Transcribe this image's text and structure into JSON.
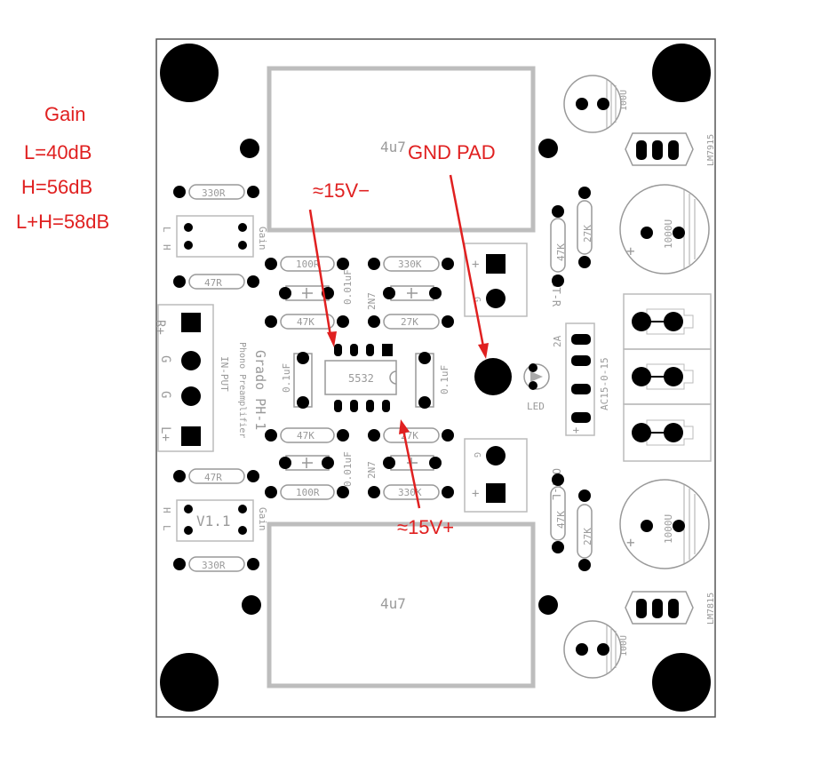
{
  "annotations": {
    "gain_title": "Gain",
    "gain_l": "L=40dB",
    "gain_h": "H=56dB",
    "gain_lh": "L+H=58dB",
    "neg_rail": "≈15V−",
    "gnd_pad": "GND PAD",
    "pos_rail": "≈15V+"
  },
  "board": {
    "film_cap_top": "4u7",
    "film_cap_bottom": "4u7",
    "opamp": "5532",
    "reg_top": "LM7915",
    "reg_bottom": "LM7815",
    "cap_small_top": "100U",
    "cap_small_bottom": "100U",
    "cap_big_top": "1000U",
    "cap_big_bottom": "1000U",
    "res_330r_top": "330R",
    "res_330r_bottom": "330R",
    "res_47r_top": "47R",
    "res_47r_bottom": "47R",
    "res_100r_top": "100R",
    "res_100r_bottom": "100R",
    "res_330k_top": "330K",
    "res_330k_bottom": "330K",
    "res_47k_top": "47K",
    "res_47k_bottom": "47K",
    "res_27k_top": "27K",
    "res_27k_bottom": "27K",
    "res_47k_r1": "47K",
    "res_27k_r1": "27K",
    "res_47k_r2": "47K",
    "res_27k_r2": "27K",
    "cap_2n7_top": "2N7",
    "cap_2n7_bottom": "2N7",
    "cap_001_top": "0.01uF",
    "cap_001_bottom": "0.01uF",
    "cap_01_left": "0.1uF",
    "cap_01_right": "0.1uF",
    "gain_label_top": "Gain",
    "gain_label_bottom": "Gain",
    "sel_top_l": "L",
    "sel_top_h": "H",
    "sel_bot_h": "H",
    "sel_bot_l": "L",
    "version": "V1.1",
    "brand": "Grado PH-1",
    "subtitle": "Phono Preamplifier",
    "input_label": "IN-PUT",
    "in_r": "R+",
    "in_g1": "G",
    "in_g2": "G",
    "in_l": "L+",
    "out_r": "OUT-R",
    "out_l": "OUT-L",
    "out_r_plus": "+",
    "out_r_g": "G",
    "out_l_g": "G",
    "out_l_plus": "+",
    "ac_label": "AC15-0-15",
    "fuse": "2A",
    "led": "LED",
    "plus_big_top": "+",
    "plus_big_bottom": "+",
    "ac_plus": "+"
  },
  "colors": {
    "annotation": "#e02020",
    "silkscreen": "#9a9a9a",
    "pad": "#000000",
    "board_edge": "#555555"
  }
}
